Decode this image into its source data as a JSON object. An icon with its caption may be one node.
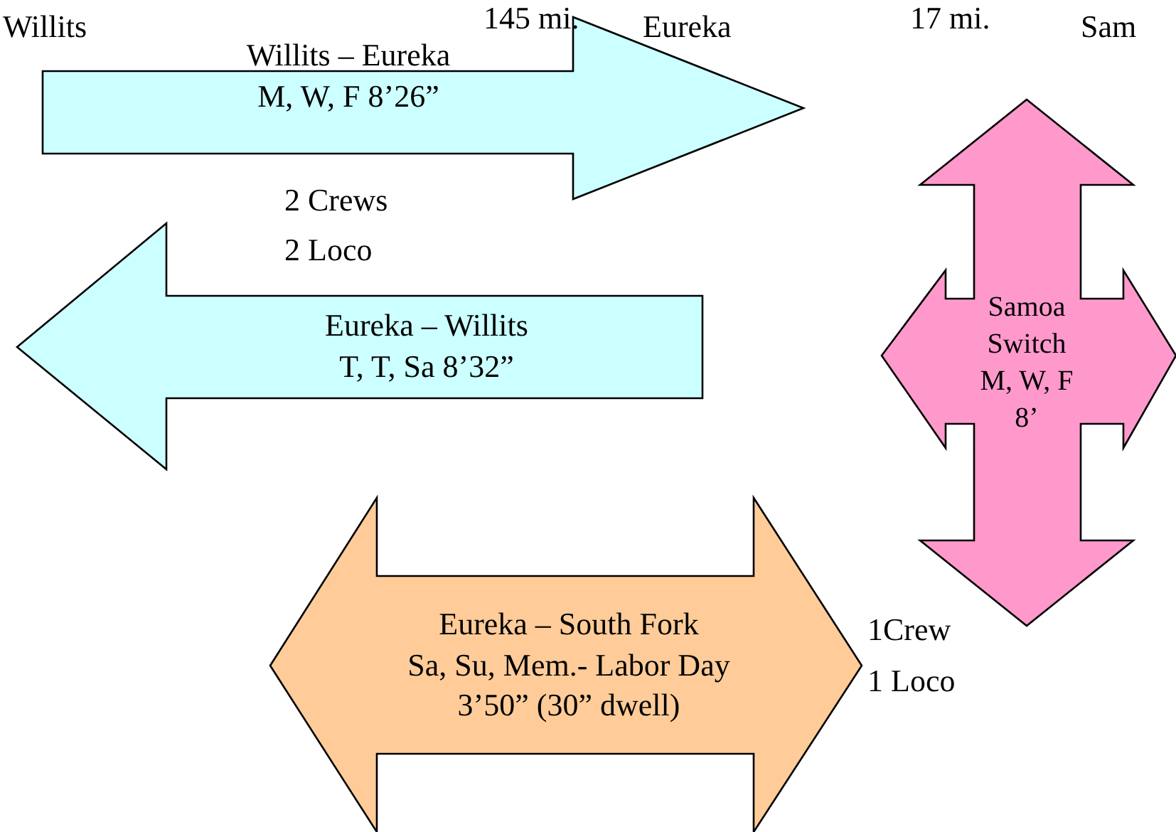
{
  "diagram": {
    "nodes": [
      {
        "text": [
          "Willits – Eureka",
          "M, W, F 8’26”"
        ]
      },
      {
        "text": [
          "Eureka – Willits",
          "T, T, Sa 8’32”"
        ]
      },
      {
        "text": [
          "Samoa Switch",
          "M, W, F 8’"
        ]
      },
      {
        "text": [
          "Eureka – South Fork",
          "Sa, Su, Mem.- Labor Day",
          "3’50” (30” dwell)"
        ]
      }
    ],
    "edges": [],
    "labels": [
      "Willits",
      "145 mi.",
      "Eureka",
      "17 mi.",
      "Sam",
      "2 Crews",
      "2 Loco",
      "1Crew",
      "1 Loco"
    ]
  }
}
